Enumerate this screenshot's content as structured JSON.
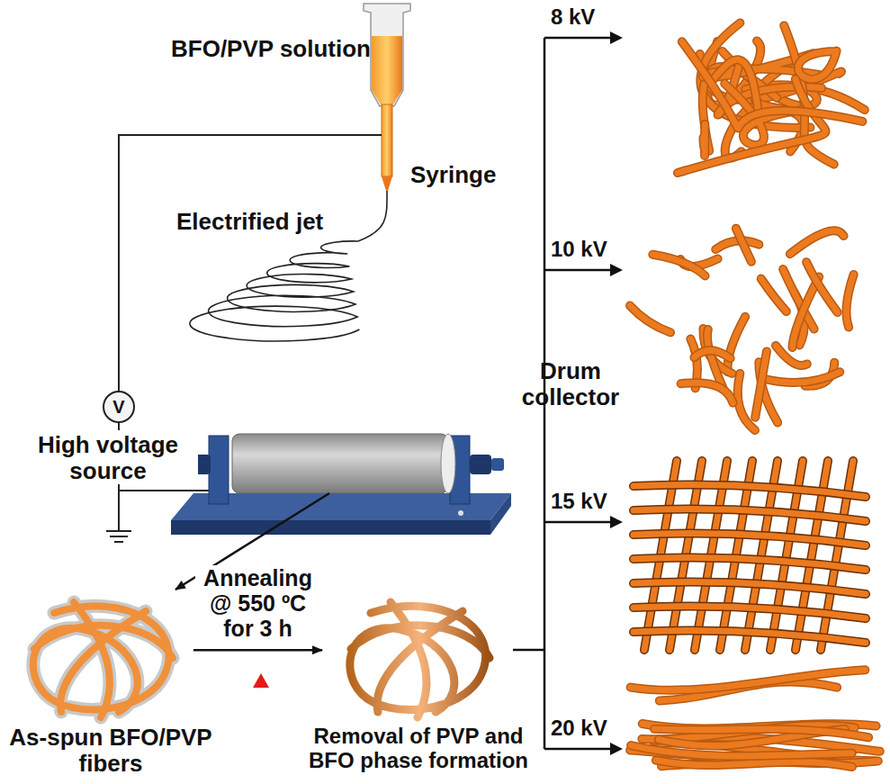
{
  "diagram": {
    "nodes": [
      {
        "text": [
          "V"
        ]
      },
      {
        "text": [
          "Drum collector"
        ]
      },
      {
        "text": [
          "As-spun BFO/PVP fibers"
        ]
      },
      {
        "text": [
          "Removal of PVP and BFO phase formation"
        ]
      }
    ],
    "edges": [
      {
        "from": 1,
        "to": 2,
        "arrow": "to"
      },
      {
        "from": 2,
        "to": 3,
        "label": "Annealing @ 550 ºC for 3 h",
        "arrow": "to"
      }
    ],
    "labels": [
      "BFO/PVP solution",
      "Syringe",
      "Electrified jet",
      "High voltage source",
      "8 kV",
      "10 kV",
      "15 kV",
      "20 kV"
    ]
  }
}
